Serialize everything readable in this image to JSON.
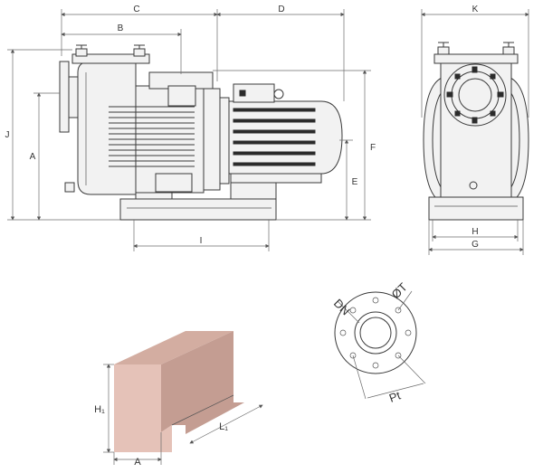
{
  "drawing": {
    "labels": {
      "C": "C",
      "B": "B",
      "D": "D",
      "K": "K",
      "J": "J",
      "A": "A",
      "F": "F",
      "E": "E",
      "I": "I",
      "H": "H",
      "G": "G",
      "DN": "DN",
      "T": "ØT",
      "P": "Pt",
      "H1": "H₁",
      "L1": "L₁",
      "A_base": "A"
    },
    "colors": {
      "base_front": "#e5c2b8",
      "base_top": "#d3ada1",
      "base_side": "#c49d92"
    }
  }
}
